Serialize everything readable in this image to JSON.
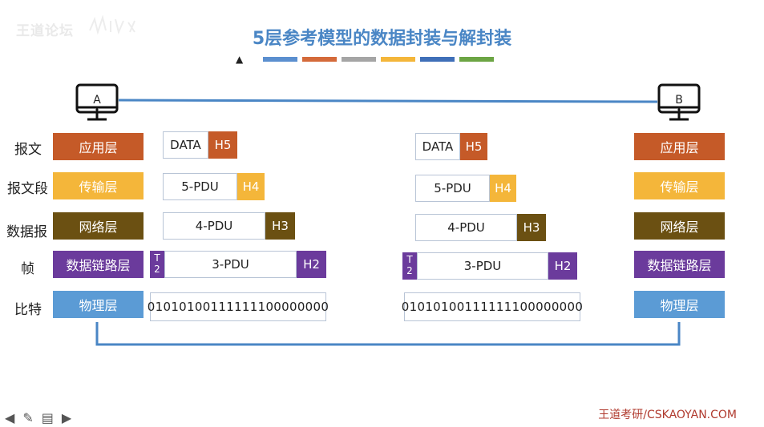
{
  "watermark": "王道论坛",
  "title": "5层参考模型的数据封装与解封装",
  "title_bar_colors": [
    "#5b8fcf",
    "#d46a3a",
    "#a5a5a5",
    "#f4b63a",
    "#3f6fb8",
    "#6ca544"
  ],
  "hosts": {
    "a": "A",
    "b": "B"
  },
  "row_labels": [
    "报文",
    "报文段",
    "数据报",
    "帧",
    "比特"
  ],
  "layers": [
    {
      "name": "应用层",
      "color": "#c55a28"
    },
    {
      "name": "传输层",
      "color": "#f4b63a"
    },
    {
      "name": "网络层",
      "color": "#6b5012"
    },
    {
      "name": "数据链路层",
      "color": "#6b3b9c"
    },
    {
      "name": "物理层",
      "color": "#5b9bd5"
    }
  ],
  "pdus": {
    "data": "DATA",
    "h5": "H5",
    "pdu5": "5-PDU",
    "h4": "H4",
    "pdu4": "4-PDU",
    "h3": "H3",
    "pdu3": "3-PDU",
    "h2": "H2",
    "t2_top": "T",
    "t2_bottom": "2",
    "bits": "01010100111111100000000"
  },
  "brand": "王道考研/CSKAOYAN.COM",
  "toolbar_icons": [
    "arrow-left-icon",
    "pen-icon",
    "notes-icon",
    "arrow-right-icon"
  ]
}
